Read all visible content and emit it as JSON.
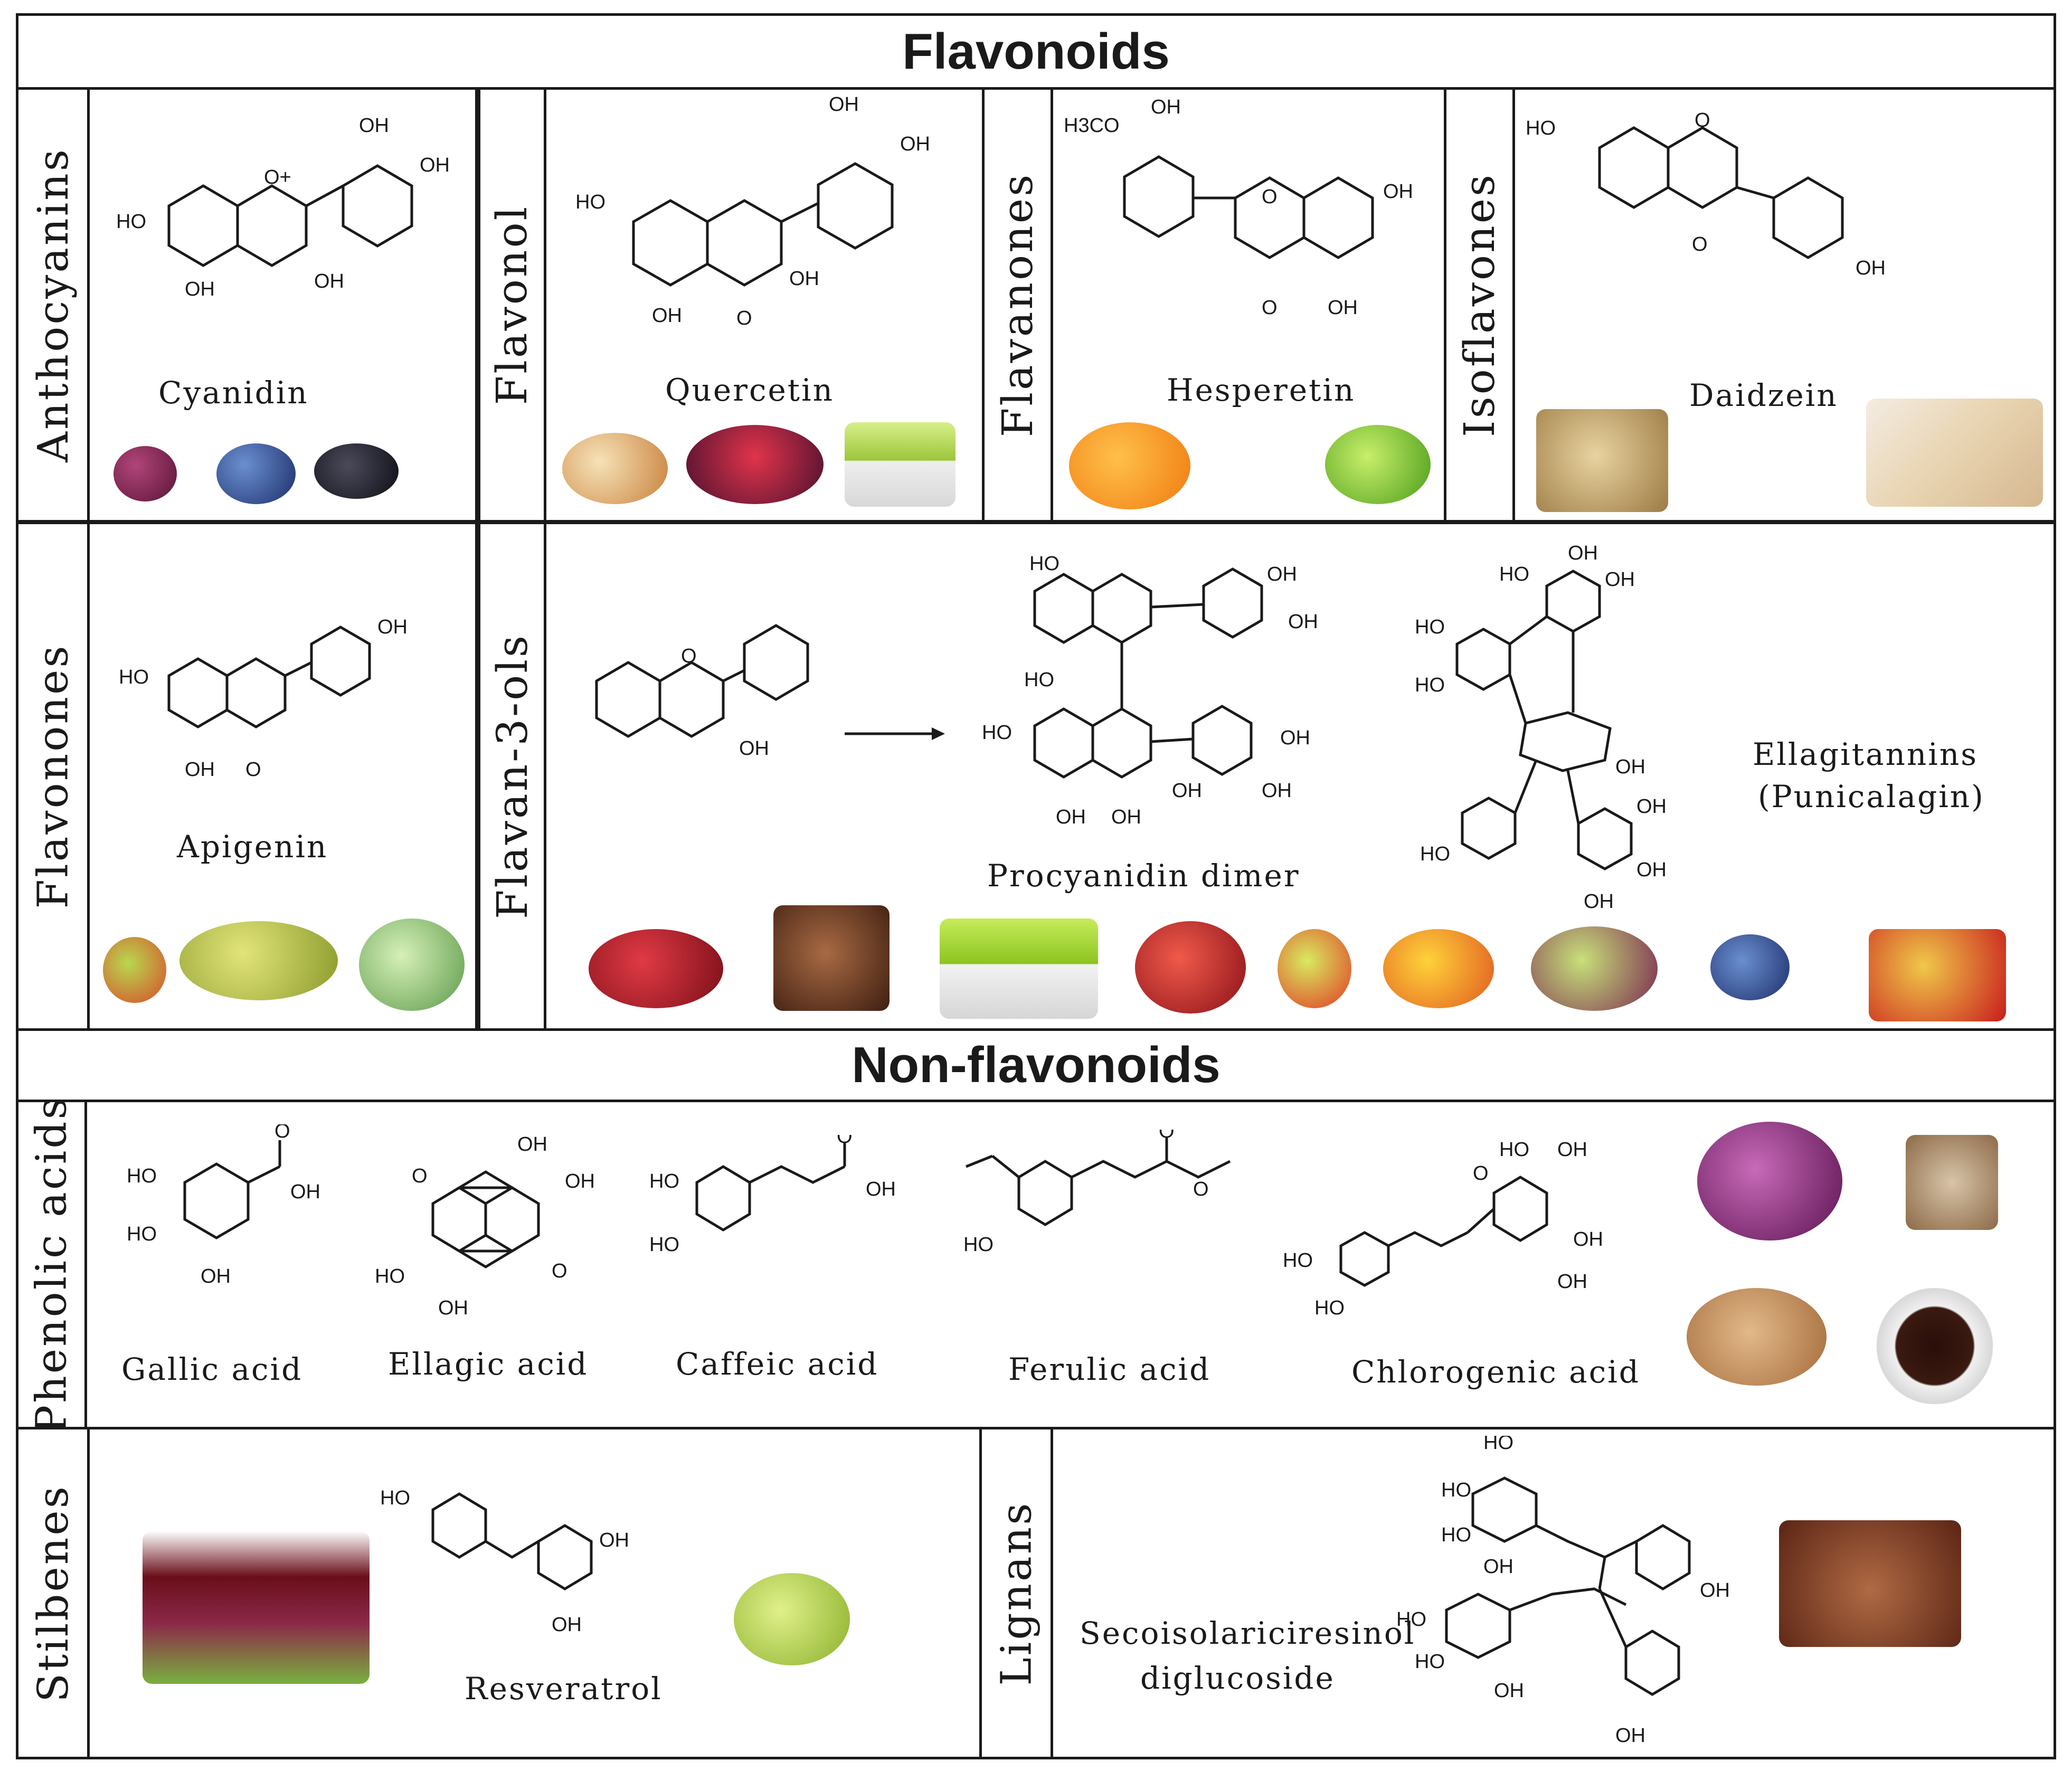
{
  "sections": {
    "flavonoids": "Flavonoids",
    "non_flavonoids": "Non-flavonoids"
  },
  "classes": {
    "anthocyanins": "Anthocyanins",
    "flavonol": "Flavonol",
    "flavanones": "Flavanones",
    "isoflavones": "Isoflavones",
    "flavonones": "Flavonones",
    "flavan3ols": "Flavan-3-ols",
    "phenolic_acids": "Phenolic acids",
    "stilbenes": "Stilbenes",
    "lignans": "Lignans"
  },
  "compounds": {
    "cyanidin": "Cyanidin",
    "quercetin": "Quercetin",
    "hesperetin": "Hesperetin",
    "daidzein": "Daidzein",
    "apigenin": "Apigenin",
    "procyanidin": "Procyanidin dimer",
    "ellagitannins_1": "Ellagitannins",
    "ellagitannins_2": "(Punicalagin)",
    "gallic": "Gallic acid",
    "ellagic": "Ellagic acid",
    "caffeic": "Caffeic acid",
    "ferulic": "Ferulic acid",
    "chlorogenic": "Chlorogenic acid",
    "resveratrol": "Resveratrol",
    "secoiso_1": "Secoisolariciresinol",
    "secoiso_2": "diglucoside"
  },
  "atoms": {
    "oh": "OH",
    "ho": "HO",
    "o": "O",
    "oplus": "O+",
    "h3co": "H3CO"
  }
}
